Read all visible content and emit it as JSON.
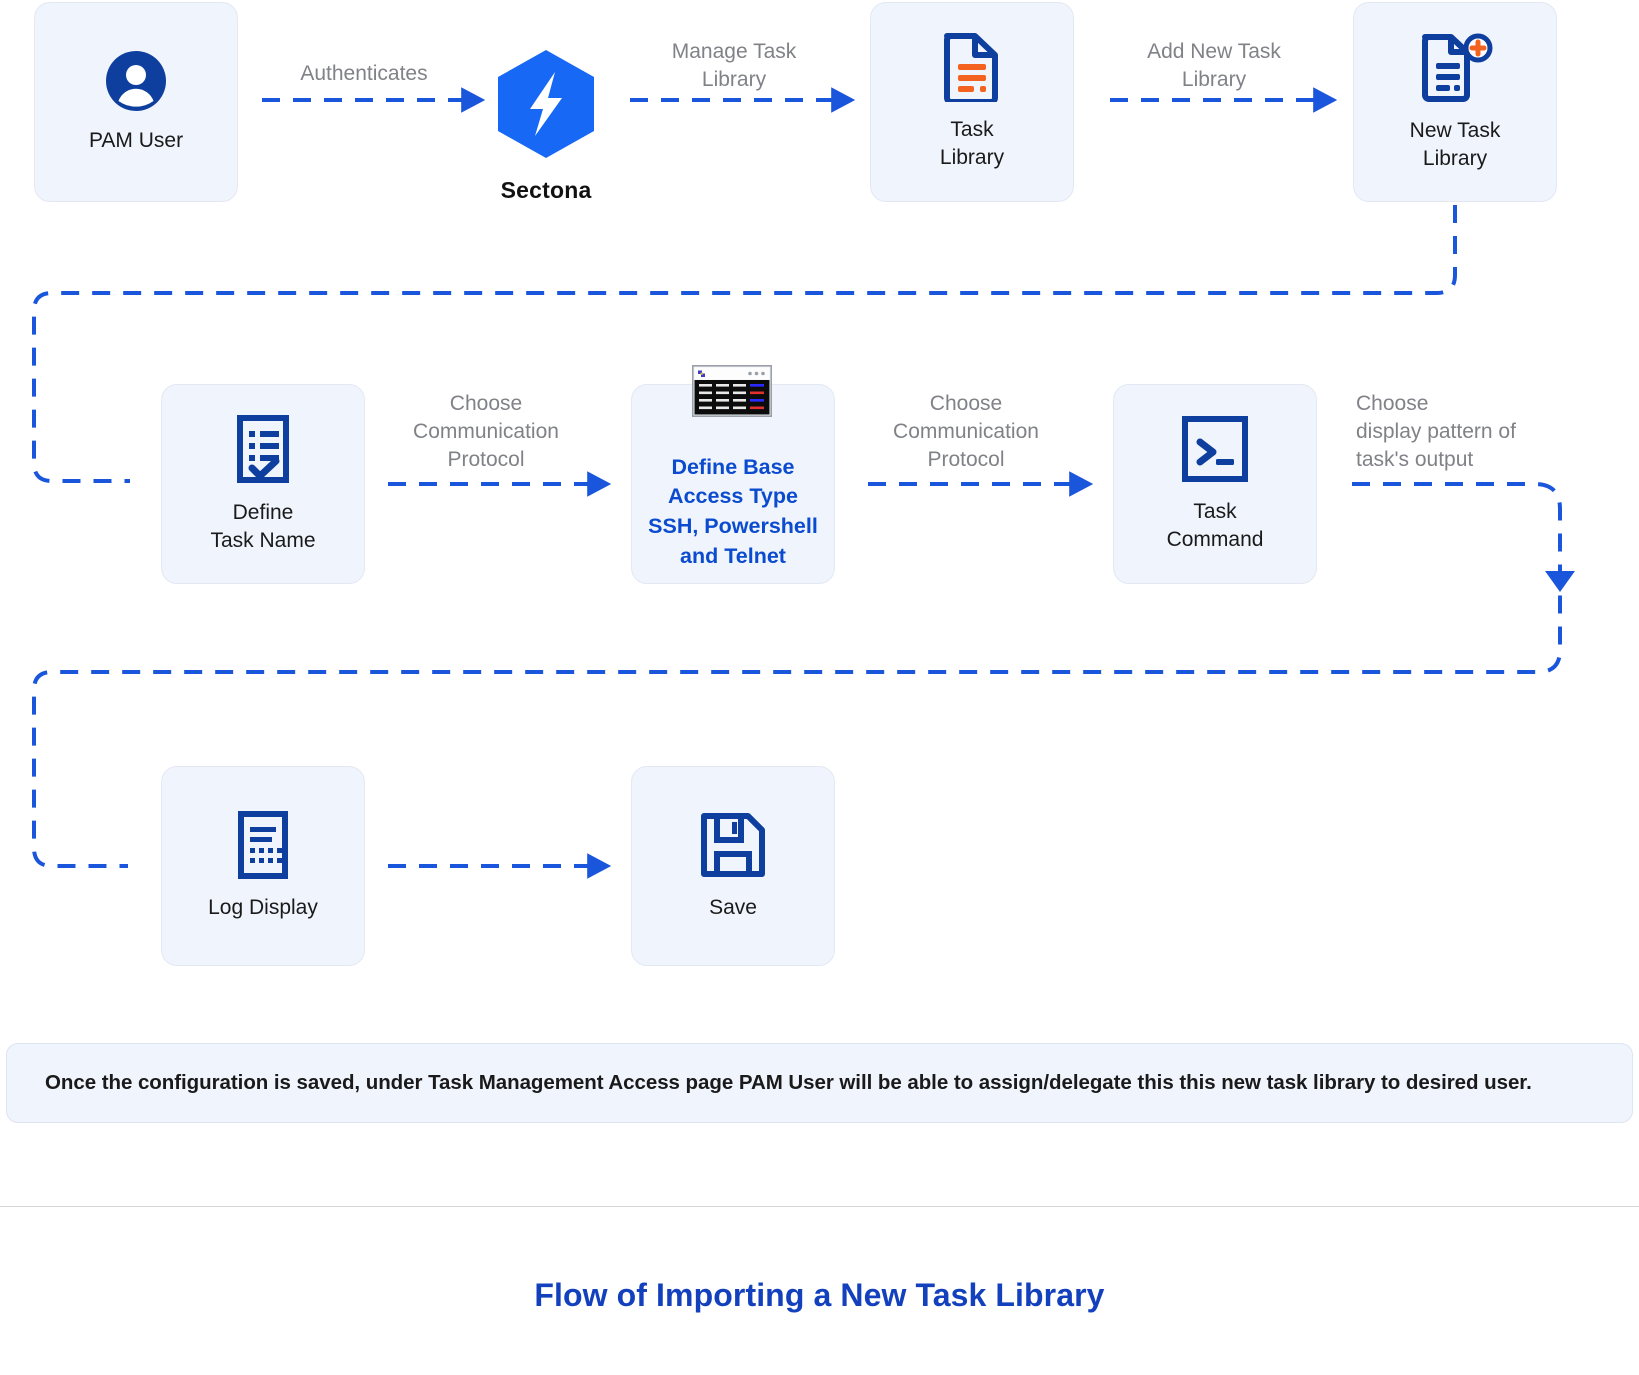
{
  "diagram": {
    "title": "Flow of Importing a New Task Library",
    "note": "Once the configuration is saved, under Task Management Access page PAM User will be able to assign/delegate this this new task library to desired user.",
    "colors": {
      "card_bg": "#f0f4fd",
      "card_border": "#e3e8f3",
      "icon_blue": "#0e3f9e",
      "brand_blue": "#1668f5",
      "arrow_blue": "#1a56db",
      "accent_orange": "#f4621f",
      "edge_label_gray": "#808287",
      "title_blue": "#1340bd"
    },
    "nodes": [
      {
        "id": "pam-user",
        "label": "PAM User",
        "icon": "user-avatar-icon"
      },
      {
        "id": "sectona",
        "label": "Sectona",
        "icon": "sectona-logo-icon"
      },
      {
        "id": "task-library",
        "label": "Task\nLibrary",
        "icon": "document-list-icon"
      },
      {
        "id": "new-task-library",
        "label": "New Task\nLibrary",
        "icon": "document-add-icon"
      },
      {
        "id": "define-task-name",
        "label": "Define\nTask Name",
        "icon": "checklist-icon"
      },
      {
        "id": "define-base-access-type",
        "label": "Define Base\nAccess Type\nSSH, Powershell\nand Telnet",
        "icon": "terminal-window-icon"
      },
      {
        "id": "task-command",
        "label": "Task\nCommand",
        "icon": "command-prompt-icon"
      },
      {
        "id": "log-display",
        "label": "Log Display",
        "icon": "log-document-icon"
      },
      {
        "id": "save",
        "label": "Save",
        "icon": "floppy-disk-icon"
      }
    ],
    "edges": [
      {
        "id": "e1",
        "from": "pam-user",
        "to": "sectona",
        "label": "Authenticates"
      },
      {
        "id": "e2",
        "from": "sectona",
        "to": "task-library",
        "label": "Manage Task\nLibrary"
      },
      {
        "id": "e3",
        "from": "task-library",
        "to": "new-task-library",
        "label": "Add New Task\nLibrary"
      },
      {
        "id": "e4",
        "from": "new-task-library",
        "to": "define-task-name",
        "label": ""
      },
      {
        "id": "e5",
        "from": "define-task-name",
        "to": "define-base-access-type",
        "label": "Choose\nCommunication\nProtocol"
      },
      {
        "id": "e6",
        "from": "define-base-access-type",
        "to": "task-command",
        "label": "Choose\nCommunication\nProtocol"
      },
      {
        "id": "e7",
        "from": "task-command",
        "to": "log-display",
        "label": "Choose\ndisplay pattern of\ntask's output"
      },
      {
        "id": "e8",
        "from": "log-display",
        "to": "save",
        "label": ""
      }
    ]
  }
}
